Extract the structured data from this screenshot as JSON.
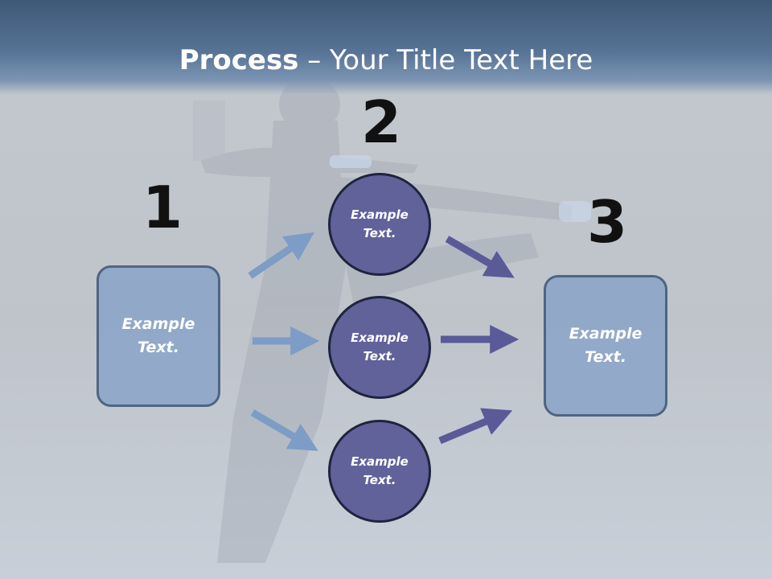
{
  "title": {
    "bold": "Process",
    "rest": " – Your Title Text Here"
  },
  "steps": {
    "one": "1",
    "two": "2",
    "three": "3"
  },
  "left_box": {
    "label": "Example Text."
  },
  "circles": [
    {
      "label": "Example Text."
    },
    {
      "label": "Example Text."
    },
    {
      "label": "Example Text."
    }
  ],
  "right_box": {
    "label": "Example Text."
  },
  "colors": {
    "title_bar": "#4a6585",
    "box_fill": "#8aa3c8",
    "circle_fill": "#62629a",
    "left_arrows": "#7d9cc6",
    "right_arrows": "#5a5a98"
  }
}
